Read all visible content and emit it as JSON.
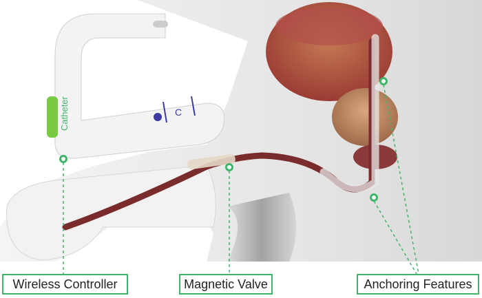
{
  "labels": {
    "wireless_controller": "Wireless Controller",
    "magnetic_valve": "Magnetic Valve",
    "anchoring_features": "Anchoring Features"
  },
  "device_logo_text": "Catheter",
  "colors": {
    "accent_green": "#3fb56a",
    "controller_green": "#7ac943",
    "catheter": "#7a2b2b",
    "bladder": "#a5433a",
    "button_blue": "#3a3aa0"
  }
}
